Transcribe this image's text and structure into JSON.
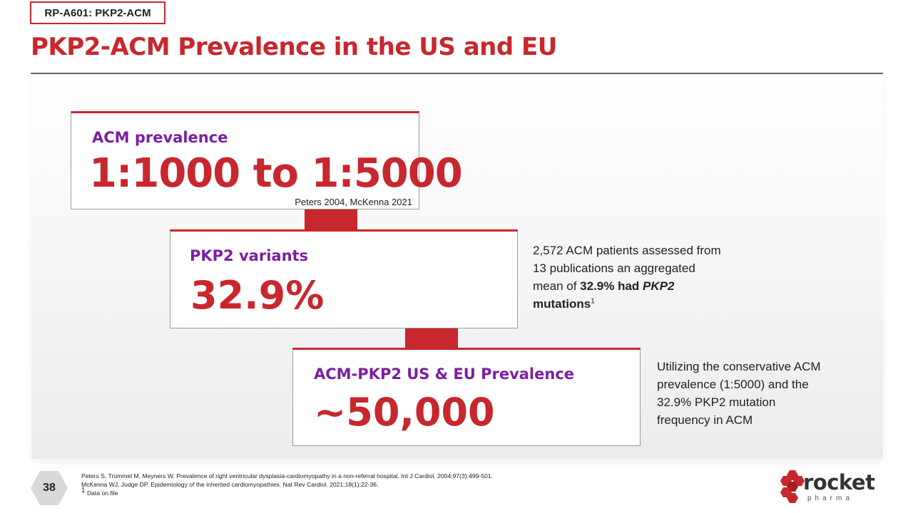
{
  "header": {
    "tag": "RP-A601: PKP2-ACM",
    "title": "PKP2-ACM Prevalence in the US and EU"
  },
  "cards": [
    {
      "label": "ACM prevalence",
      "value": "1:1000 to 1:5000",
      "source": "Peters 2004, McKenna 2021"
    },
    {
      "label": "PKP2 variants",
      "value": "32.9%"
    },
    {
      "label": "ACM-PKP2 US & EU Prevalence",
      "value": "~50,000"
    }
  ],
  "note_pkp2": {
    "line1": "2,572 ACM patients assessed from",
    "line2": "13 publications an aggregated",
    "line3_prefix": "mean of ",
    "line3_bold": "32.9% had ",
    "line3_italic": "PKP2",
    "line4": "mutations",
    "sup": "1"
  },
  "note_prevalence": {
    "line1": "Utilizing the conservative ACM",
    "line2": "prevalence (1:5000) and the",
    "line3": "32.9% PKP2 mutation",
    "line4": "frequency in ACM"
  },
  "footer": {
    "page_number": "38",
    "ref1": "Peters S, Trümmel M, Meyners W. Prevalence of right ventricular dysplasia-cardiomyopathy in a non-referral hospital. Int J Cardiol. 2004;97(3):499-501.",
    "ref2": "McKenna WJ, Judge DP. Epidemiology of the inherited cardiomyopathies. Nat Rev Cardiol. 2021;18(1):22-36.",
    "ref3_sup": "1",
    "ref3": " Data on file"
  },
  "logo": {
    "word": "rocket",
    "sub": "pharma"
  },
  "colors": {
    "accent": "#c8272d",
    "label_purple": "#7b1fa2"
  },
  "icons": [
    "arrow-down-icon",
    "hexagon-icon",
    "rocket-logo-icon"
  ]
}
